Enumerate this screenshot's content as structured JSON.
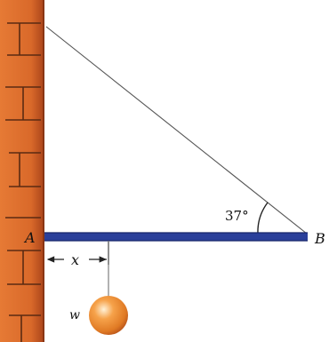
{
  "diagram": {
    "labels": {
      "point_a": "A",
      "point_b": "B",
      "distance": "x",
      "weight": "w",
      "angle": "37°"
    },
    "colors": {
      "wall": "#d9692a",
      "wall_shadow": "#a8431a",
      "wall_marks": "#5a2a12",
      "beam": "#2a3f9a",
      "beam_edge": "#18266a",
      "cable": "#555555",
      "ball_light": "#ffe0b0",
      "ball": "#f08a2a",
      "ball_dark": "#b9541a"
    }
  }
}
